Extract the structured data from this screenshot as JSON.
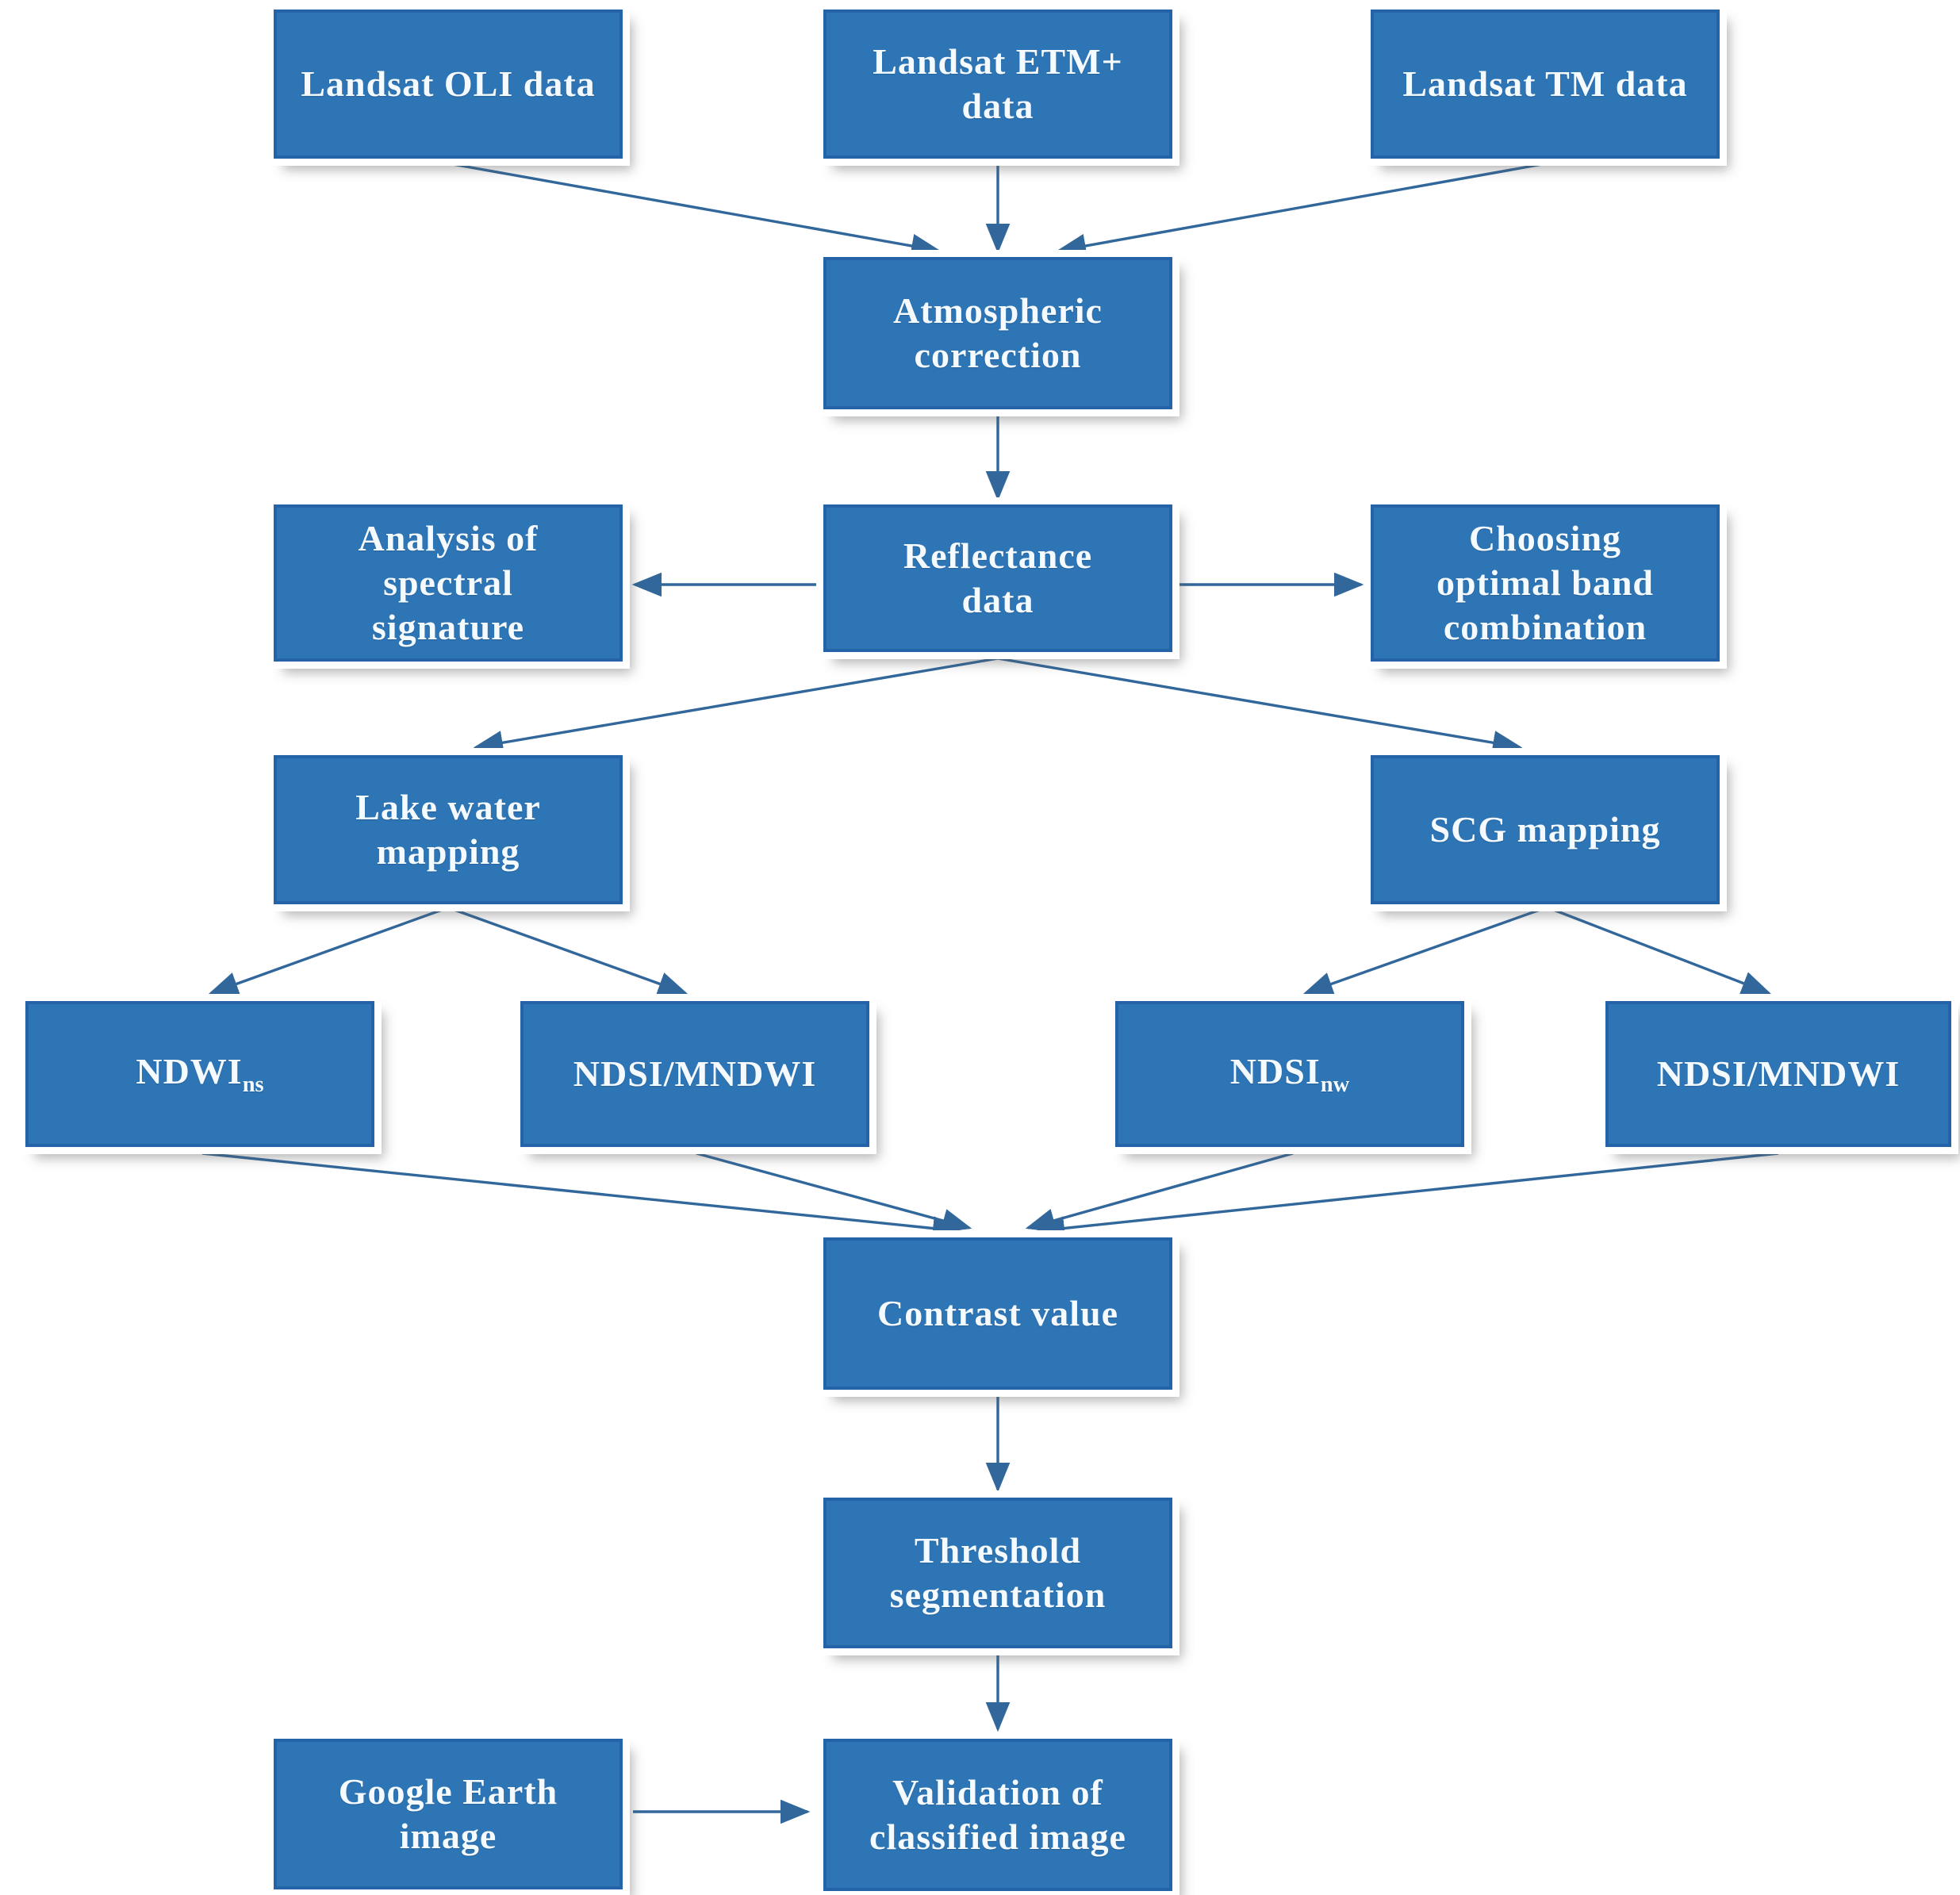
{
  "colors": {
    "box_fill": "#2E75B5",
    "box_border": "#2463A8",
    "arrow": "#31679B",
    "text": "#F4FAFD",
    "background": "#FFFFFF"
  },
  "nodes": [
    {
      "id": "landsat-oli-data",
      "label": "Landsat OLI data"
    },
    {
      "id": "landsat-etm-data",
      "label": "Landsat ETM+\ndata"
    },
    {
      "id": "landsat-tm-data",
      "label": "Landsat TM data"
    },
    {
      "id": "atmospheric-correction",
      "label": "Atmospheric\ncorrection"
    },
    {
      "id": "analysis-spectral-signature",
      "label": "Analysis of\nspectral\nsignature"
    },
    {
      "id": "reflectance-data",
      "label": "Reflectance\ndata"
    },
    {
      "id": "choosing-optimal-band",
      "label": "Choosing\noptimal band\ncombination"
    },
    {
      "id": "lake-water-mapping",
      "label": "Lake water\nmapping"
    },
    {
      "id": "scg-mapping",
      "label": "SCG mapping"
    },
    {
      "id": "ndwi-ns",
      "label": "NDWI",
      "subscript": "ns"
    },
    {
      "id": "ndsi-mndwi-left",
      "label": "NDSI/MNDWI"
    },
    {
      "id": "ndsi-nw",
      "label": "NDSI",
      "subscript": "nw"
    },
    {
      "id": "ndsi-mndwi-right",
      "label": "NDSI/MNDWI"
    },
    {
      "id": "contrast-value",
      "label": "Contrast value"
    },
    {
      "id": "threshold-segmentation",
      "label": "Threshold\nsegmentation"
    },
    {
      "id": "google-earth-image",
      "label": "Google Earth\nimage"
    },
    {
      "id": "validation-classified-image",
      "label": "Validation of\nclassified image"
    }
  ],
  "edges": [
    {
      "from": "landsat-oli-data",
      "to": "atmospheric-correction"
    },
    {
      "from": "landsat-etm-data",
      "to": "atmospheric-correction"
    },
    {
      "from": "landsat-tm-data",
      "to": "atmospheric-correction"
    },
    {
      "from": "atmospheric-correction",
      "to": "reflectance-data"
    },
    {
      "from": "reflectance-data",
      "to": "analysis-spectral-signature"
    },
    {
      "from": "reflectance-data",
      "to": "choosing-optimal-band"
    },
    {
      "from": "reflectance-data",
      "to": "lake-water-mapping"
    },
    {
      "from": "reflectance-data",
      "to": "scg-mapping"
    },
    {
      "from": "lake-water-mapping",
      "to": "ndwi-ns"
    },
    {
      "from": "lake-water-mapping",
      "to": "ndsi-mndwi-left"
    },
    {
      "from": "scg-mapping",
      "to": "ndsi-nw"
    },
    {
      "from": "scg-mapping",
      "to": "ndsi-mndwi-right"
    },
    {
      "from": "ndwi-ns",
      "to": "contrast-value"
    },
    {
      "from": "ndsi-mndwi-left",
      "to": "contrast-value"
    },
    {
      "from": "ndsi-nw",
      "to": "contrast-value"
    },
    {
      "from": "ndsi-mndwi-right",
      "to": "contrast-value"
    },
    {
      "from": "contrast-value",
      "to": "threshold-segmentation"
    },
    {
      "from": "threshold-segmentation",
      "to": "validation-classified-image"
    },
    {
      "from": "google-earth-image",
      "to": "validation-classified-image"
    }
  ]
}
